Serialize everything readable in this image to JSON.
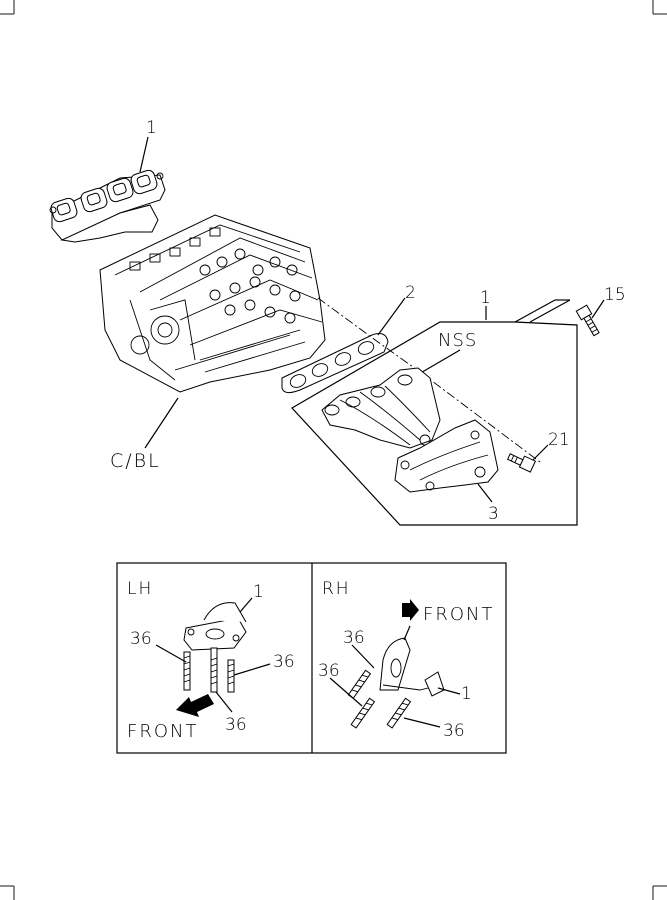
{
  "top_callouts": {
    "lh_manifold": "1",
    "gasket": "2",
    "rh_manifold": "1",
    "nss": "NSS",
    "bolt_top": "15",
    "bolt_mid": "21",
    "heat_shield": "3",
    "engine_block": "C/BL"
  },
  "lh_panel": {
    "title": "LH",
    "part": "1",
    "stud_left": "36",
    "stud_right": "36",
    "stud_bottom": "36",
    "front": "FRONT"
  },
  "rh_panel": {
    "title": "RH",
    "front": "FRONT",
    "stud_top": "36",
    "stud_left": "36",
    "part": "1",
    "stud_bottom": "36"
  }
}
